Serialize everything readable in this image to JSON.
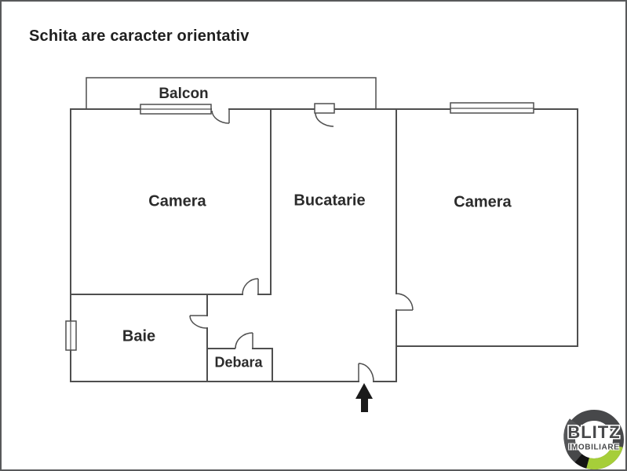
{
  "title": "Schita are caracter orientativ",
  "labels": {
    "balcon": "Balcon",
    "camera_left": "Camera",
    "bucatarie": "Bucatarie",
    "camera_right": "Camera",
    "baie": "Baie",
    "debara": "Debara"
  },
  "icons": {
    "entrance_arrow": "up-arrow"
  },
  "logo": {
    "brand": "BLITZ",
    "subtitle": "IMOBILIARE",
    "ring_color": "#47484a",
    "accent_green": "#a6ce39",
    "accent_dark": "#141414"
  },
  "colors": {
    "background": "#ffffff",
    "wall": "#4f4f4f",
    "text": "#1f1f1f",
    "frame": "#58595b"
  }
}
